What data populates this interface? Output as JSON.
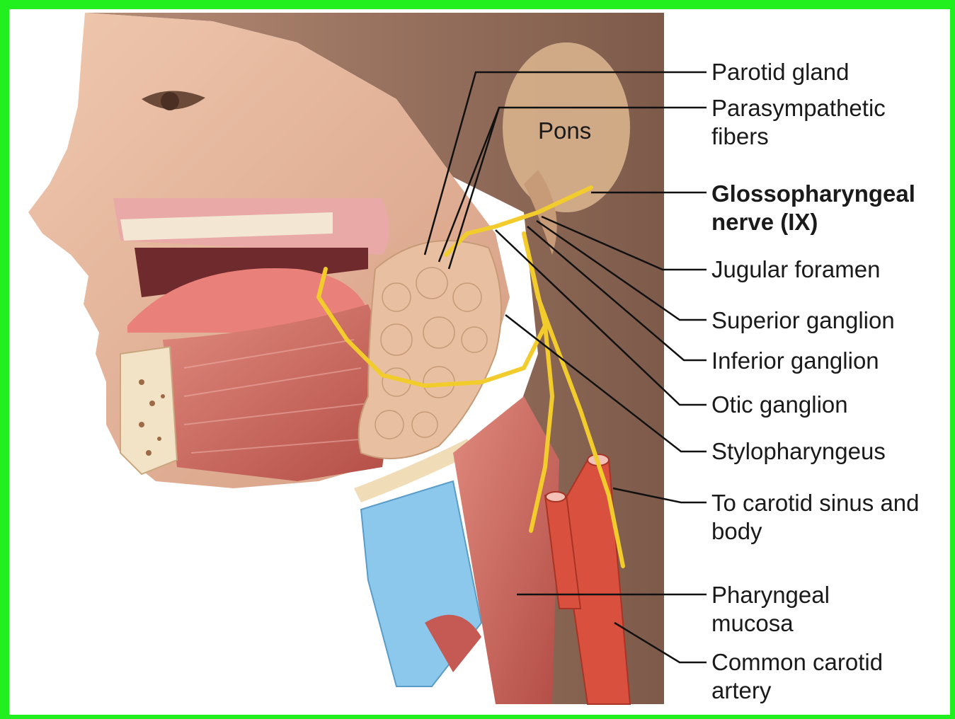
{
  "colors": {
    "frame": "#22f01e",
    "hair": "#7a5748",
    "skin": "#e3b59a",
    "muscle": "#c9625a",
    "nerve": "#f1cc2c",
    "gland": "#e8bfa0",
    "artery": "#d9503e",
    "cartilage": "#8cc8ec",
    "leader": "#111111"
  },
  "labels": {
    "pons": "Pons",
    "parotid_gland": "Parotid gland",
    "parasympathetic_fibers": [
      "Parasympathetic",
      "fibers"
    ],
    "glossopharyngeal_nerve": [
      "Glossopharyngeal",
      "nerve (IX)"
    ],
    "jugular_foramen": "Jugular foramen",
    "superior_ganglion": "Superior ganglion",
    "inferior_ganglion": "Inferior ganglion",
    "otic_ganglion": "Otic ganglion",
    "stylopharyngeus": "Stylopharyngeus",
    "carotid_sinus": [
      "To carotid sinus and",
      "body"
    ],
    "pharyngeal_mucosa": [
      "Pharyngeal",
      "mucosa"
    ],
    "common_carotid_artery": [
      "Common carotid",
      "artery"
    ]
  }
}
